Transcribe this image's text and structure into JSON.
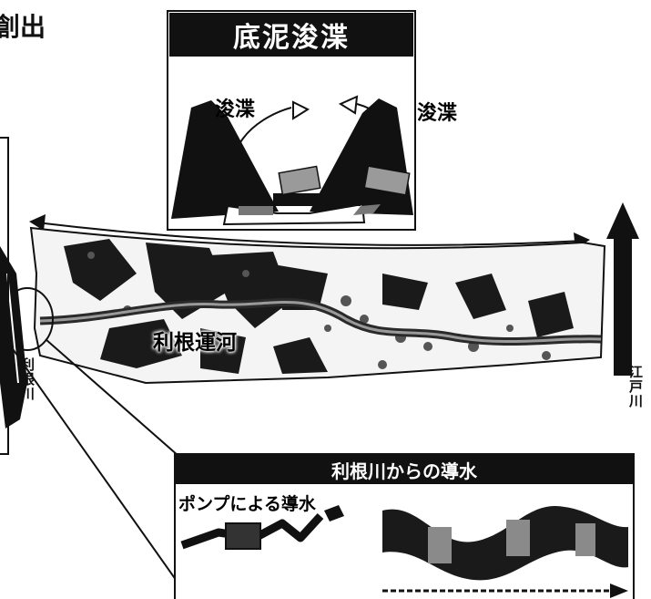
{
  "heading": {
    "text": "創出"
  },
  "dredge_box": {
    "title": "底泥浚渫",
    "left_label": "浚渫",
    "right_label": "浚渫"
  },
  "map": {
    "canal_label": "利根運河",
    "tone_river_label": "利根川",
    "edo_river_label": "江戸川"
  },
  "inset_box": {
    "title": "利根川からの導水",
    "subtitle": "ポンプによる導水"
  },
  "colors": {
    "ink": "#111111",
    "box_fill": "#111111",
    "paper": "#ffffff",
    "gray": "#8a8a8a"
  }
}
